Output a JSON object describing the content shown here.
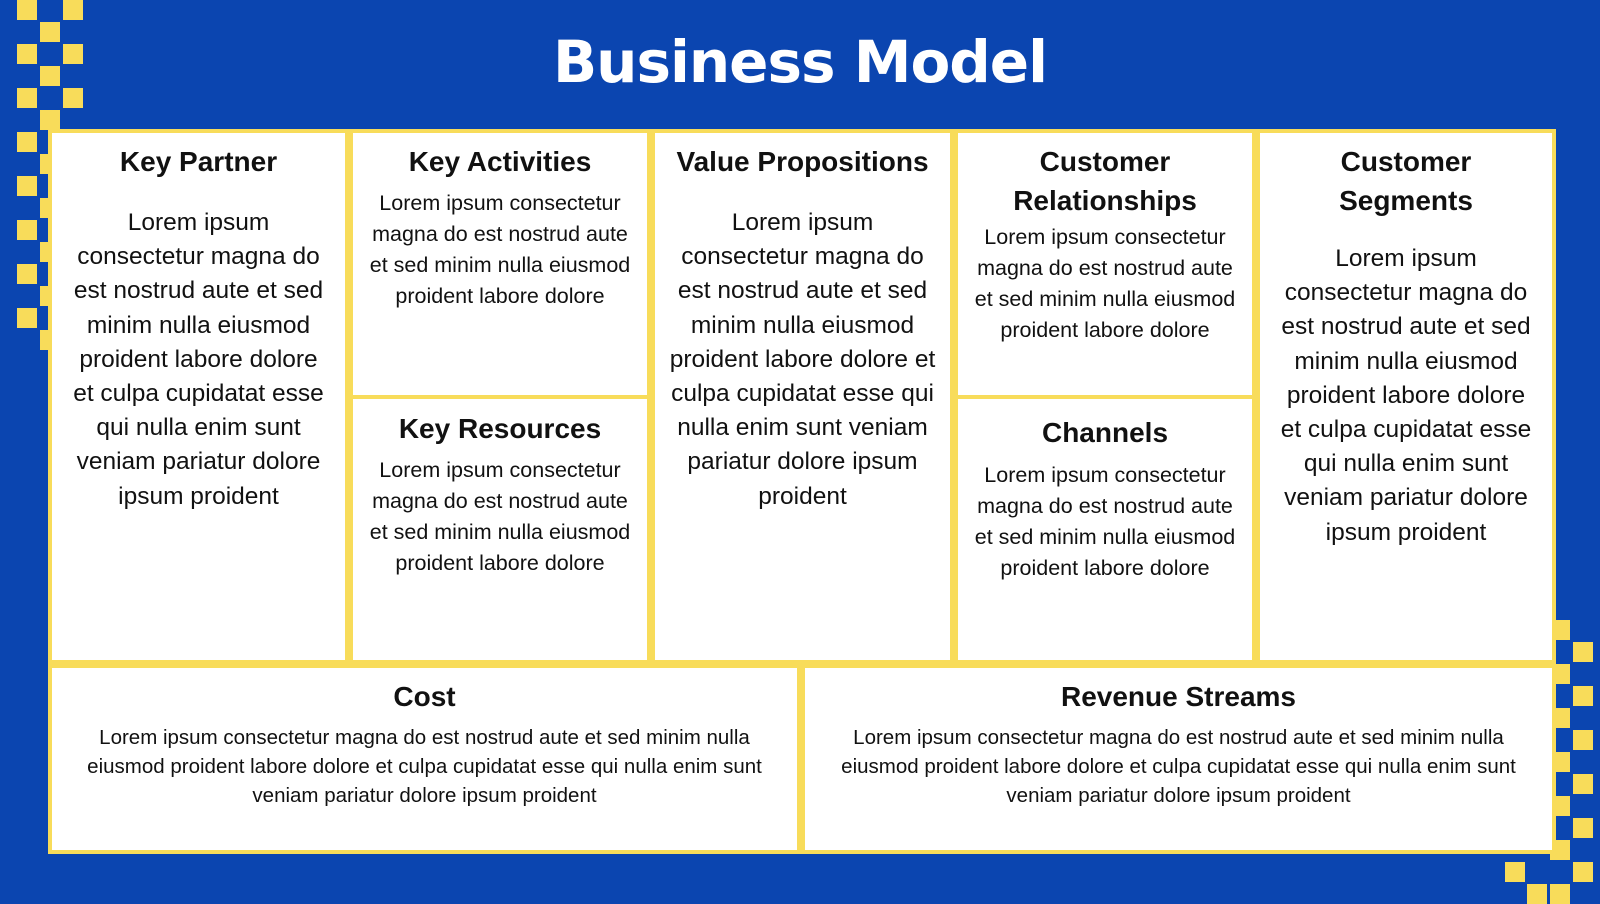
{
  "title": "Business Model",
  "cells": {
    "key_partner": {
      "heading": "Key Partner",
      "body": "Lorem ipsum consectetur magna do est nostrud aute et sed minim nulla eiusmod proident labore dolore et culpa cupidatat esse qui nulla enim sunt veniam pariatur dolore ipsum proident"
    },
    "key_activities": {
      "heading": "Key Activities",
      "body": "Lorem ipsum consectetur magna do est nostrud aute et sed minim nulla eiusmod proident labore dolore"
    },
    "key_resources": {
      "heading": "Key Resources",
      "body": "Lorem ipsum consectetur magna do est nostrud aute et sed minim nulla eiusmod proident labore dolore"
    },
    "value_propositions": {
      "heading": "Value Propositions",
      "body": "Lorem ipsum consectetur magna do est nostrud aute et sed minim nulla eiusmod proident labore dolore et culpa cupidatat esse qui nulla enim sunt veniam pariatur dolore ipsum proident"
    },
    "customer_relationships": {
      "heading": "Customer Relationships",
      "body": "Lorem ipsum consectetur magna do est nostrud aute et sed minim nulla eiusmod proident labore dolore"
    },
    "channels": {
      "heading": "Channels",
      "body": "Lorem ipsum consectetur magna do est nostrud aute et sed minim nulla eiusmod proident labore dolore"
    },
    "customer_segments": {
      "heading": "Customer Segments",
      "body": "Lorem ipsum consectetur magna do est nostrud aute et sed minim nulla eiusmod proident labore dolore et culpa cupidatat esse qui nulla enim sunt veniam pariatur dolore ipsum proident"
    },
    "cost": {
      "heading": "Cost",
      "body": "Lorem ipsum consectetur magna do est nostrud aute et sed minim nulla eiusmod proident labore dolore et culpa cupidatat esse qui nulla enim sunt veniam pariatur dolore ipsum proident"
    },
    "revenue_streams": {
      "heading": "Revenue Streams",
      "body": "Lorem ipsum consectetur magna do est nostrud aute et sed minim nulla eiusmod proident labore dolore et culpa cupidatat esse qui nulla enim sunt veniam pariatur dolore ipsum proident"
    }
  }
}
